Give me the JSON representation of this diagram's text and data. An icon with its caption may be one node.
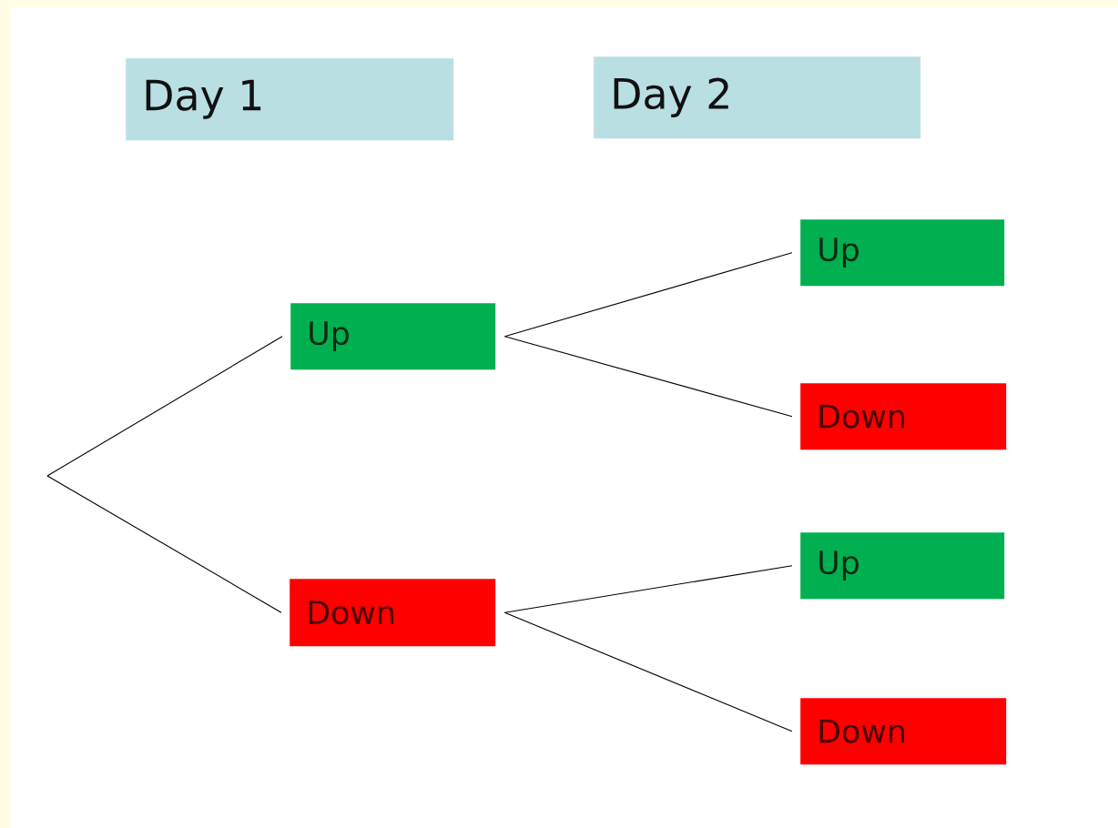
{
  "diagram": {
    "nodes": [
      {
        "text": [
          "Day 1"
        ]
      },
      {
        "text": [
          "Day 2"
        ]
      },
      {
        "text": [
          "Up"
        ]
      },
      {
        "text": [
          "Down"
        ]
      },
      {
        "text": [
          "Up"
        ]
      },
      {
        "text": [
          "Down"
        ]
      },
      {
        "text": [
          "Up"
        ]
      },
      {
        "text": [
          "Down"
        ]
      }
    ],
    "edges": [
      {
        "from": null,
        "to": 2,
        "arrow": "none"
      },
      {
        "from": null,
        "to": 3,
        "arrow": "none"
      },
      {
        "from": 2,
        "to": 4,
        "arrow": "none"
      },
      {
        "from": 2,
        "to": 5,
        "arrow": "none"
      },
      {
        "from": 3,
        "to": 6,
        "arrow": "none"
      },
      {
        "from": 3,
        "to": 7,
        "arrow": "none"
      }
    ]
  }
}
